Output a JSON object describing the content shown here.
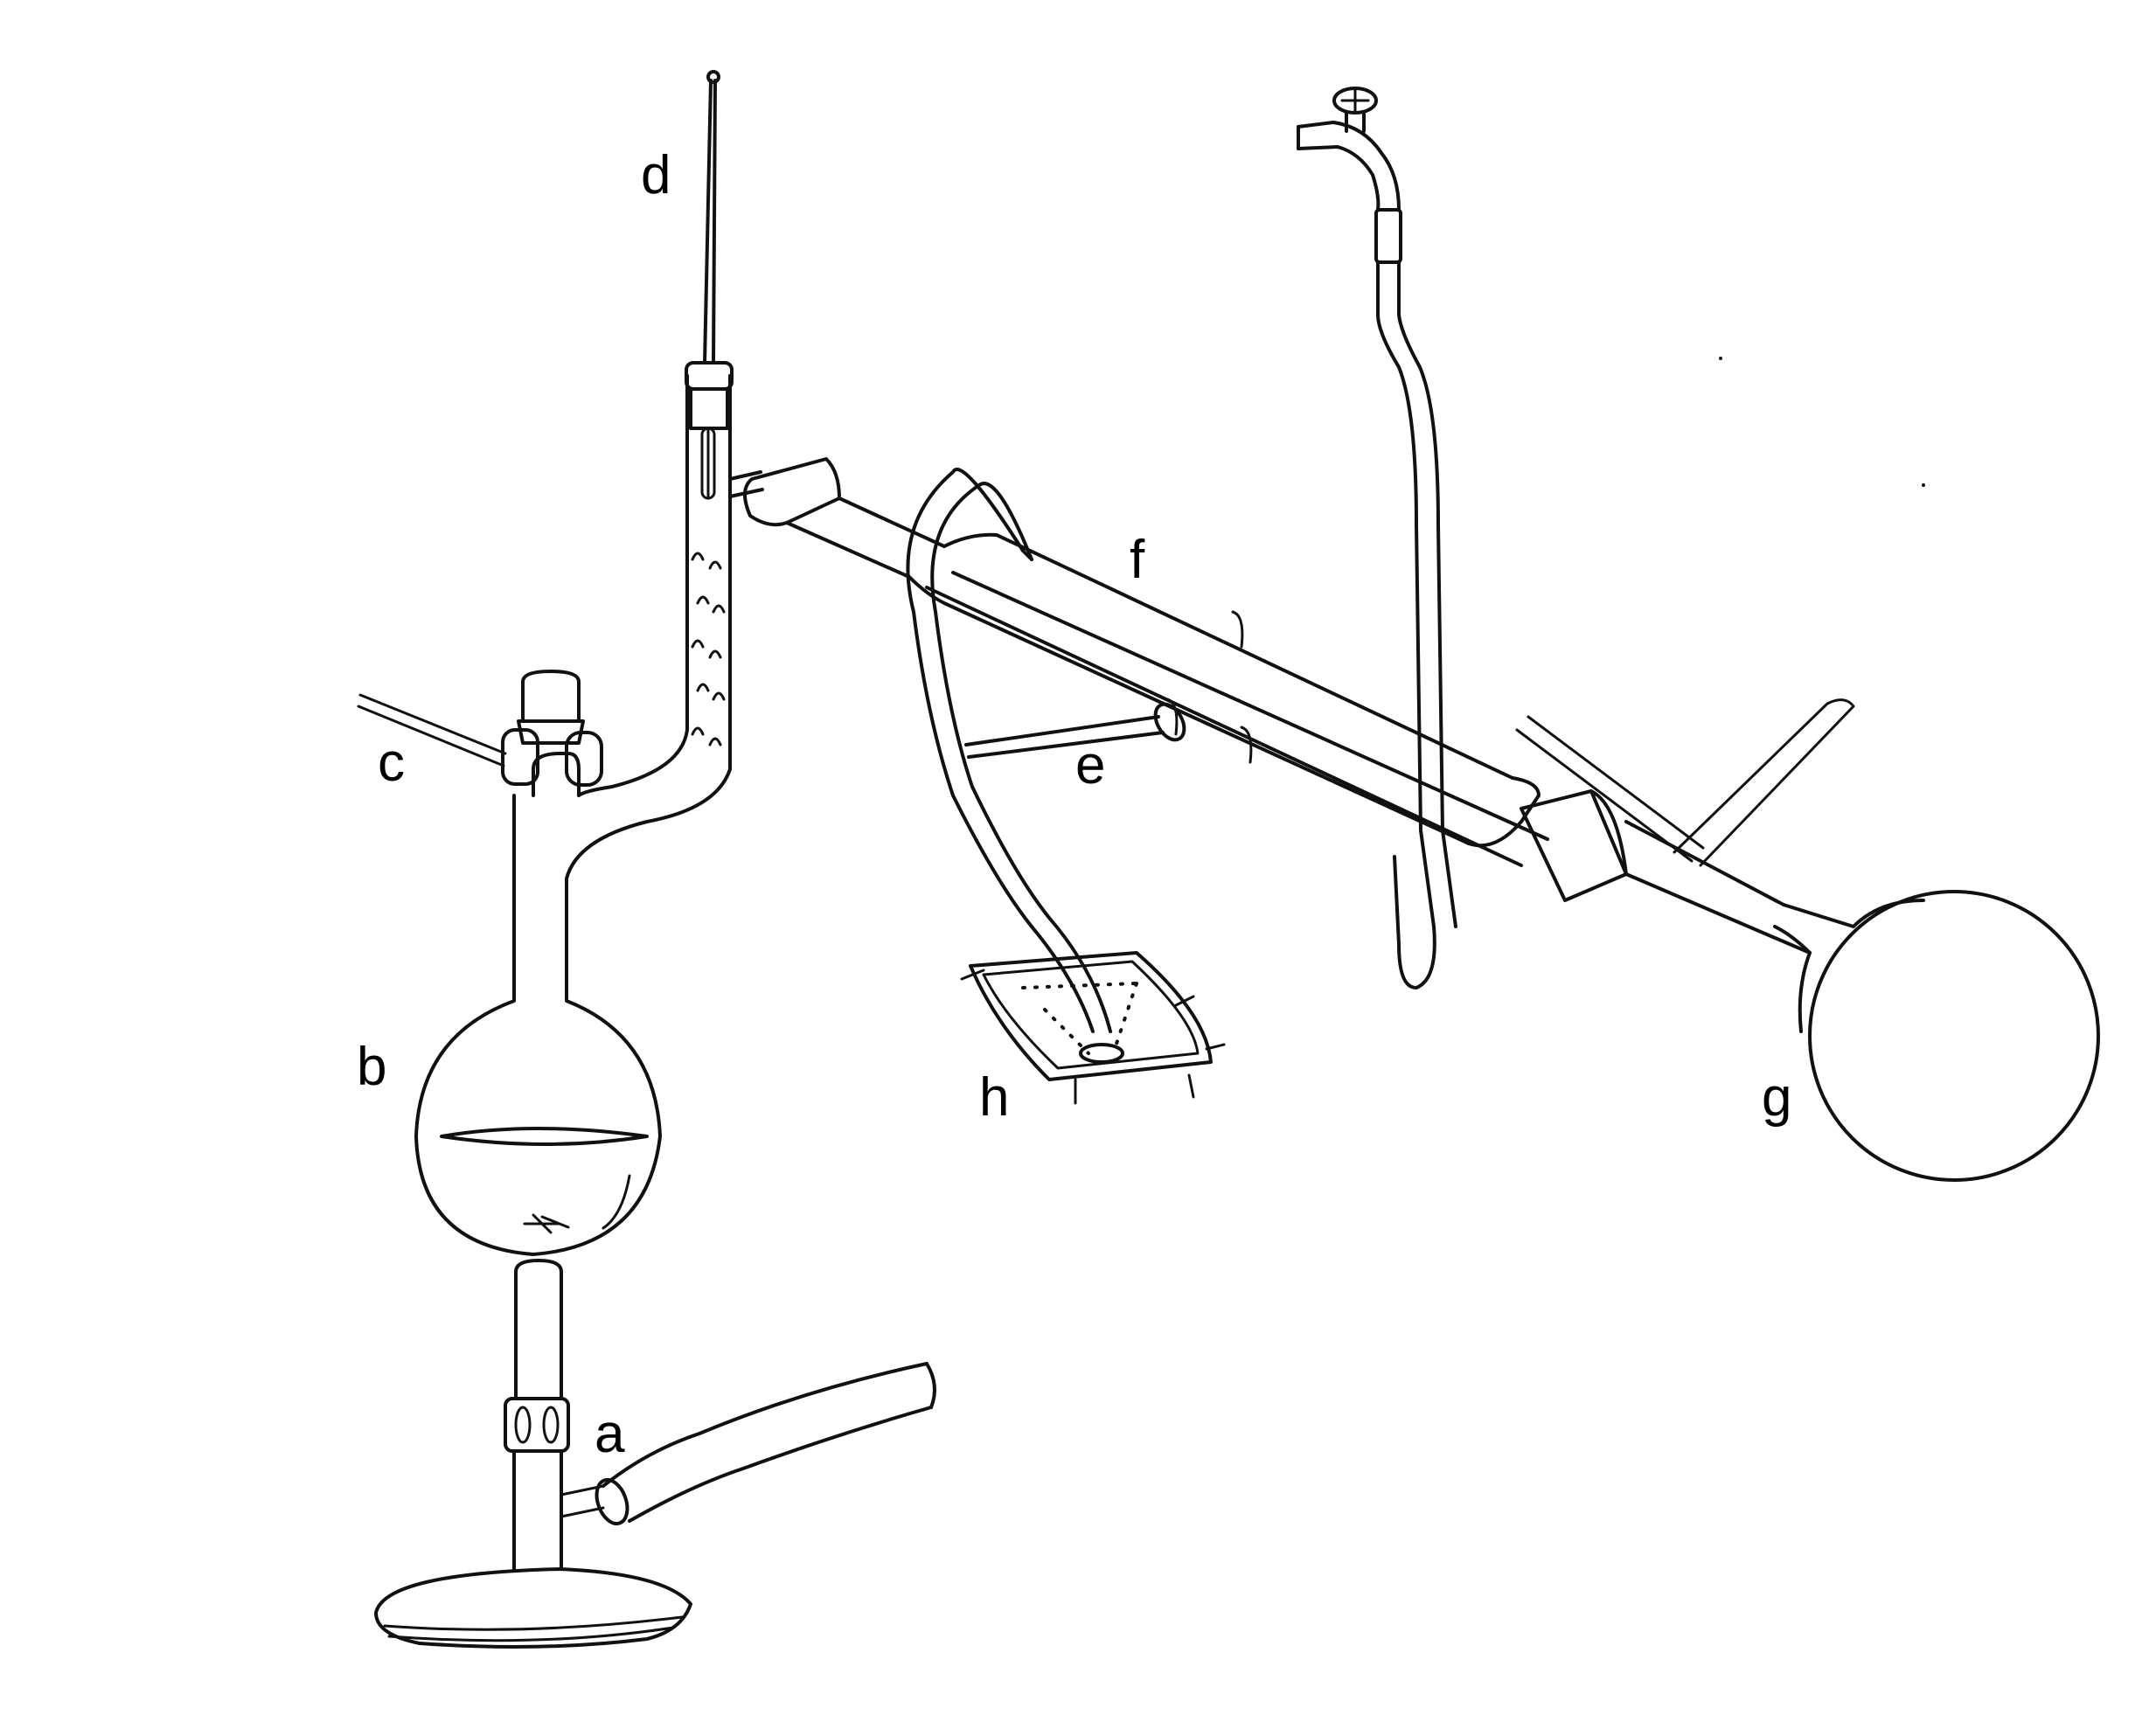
{
  "labels": {
    "a": "a",
    "b": "b",
    "c": "c",
    "d": "d",
    "e": "e",
    "f": "f",
    "g": "g",
    "h": "h"
  },
  "colors": {
    "ink": "#111111",
    "background": "#ffffff"
  }
}
